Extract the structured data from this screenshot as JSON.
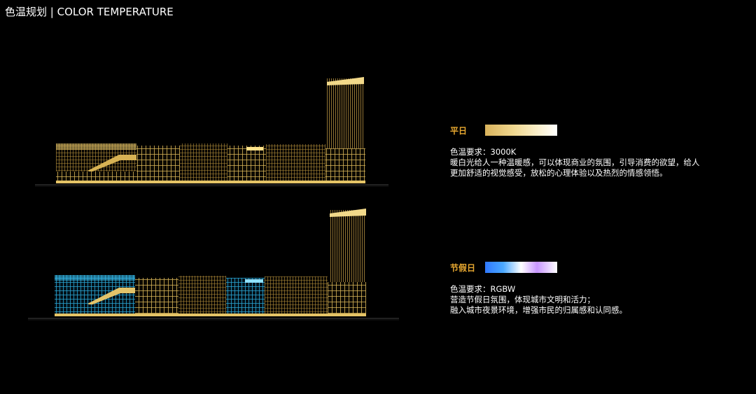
{
  "page": {
    "title": "色温规划 | COLOR TEMPERATURE"
  },
  "colors": {
    "background": "#000000",
    "accent_label": "#e8a830",
    "warm_light": "#d9b35c",
    "cool_light": "#2aa7d6"
  },
  "sections": [
    {
      "label": "平日",
      "requirement": "色温要求：3000K",
      "description": [
        "暖白光给人一种温暖感，可以体现商业的氛围，引导消费的欲望，给人",
        "更加舒适的视觉感受，放松的心理体验以及热烈的情感领悟。"
      ]
    },
    {
      "label": "节假日",
      "requirement": "色温要求：RGBW",
      "description": [
        "营造节假日氛围，体现城市文明和活力；",
        "融入城市夜景环境，增强市民的归属感和认同感。"
      ]
    }
  ]
}
